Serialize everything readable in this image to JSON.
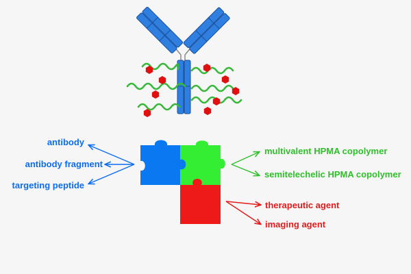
{
  "colors": {
    "background": "#f6f6f6",
    "antibody_fill": "#2e7fe0",
    "antibody_stroke": "#1b4f9c",
    "polymer": "#38b83a",
    "drug": "#e01010",
    "blue": "#0b6cf2",
    "green": "#2fbf2a",
    "red": "#e41b1b"
  },
  "icons": {
    "antibody": "antibody-icon",
    "polymer_chains": "polymer-chain-icon",
    "drug_molecules": "drug-hexagon-icon",
    "puzzle": "puzzle-pieces-icon"
  },
  "groups": {
    "targeting": {
      "color_key": "blue",
      "labels": [
        "antibody",
        "antibody fragment",
        "targeting peptide"
      ]
    },
    "carrier": {
      "color_key": "green",
      "labels": [
        "multivalent HPMA copolymer",
        "semitelechelic HPMA copolymer"
      ]
    },
    "payload": {
      "color_key": "red",
      "labels": [
        "therapeutic agent",
        "imaging agent"
      ]
    }
  }
}
